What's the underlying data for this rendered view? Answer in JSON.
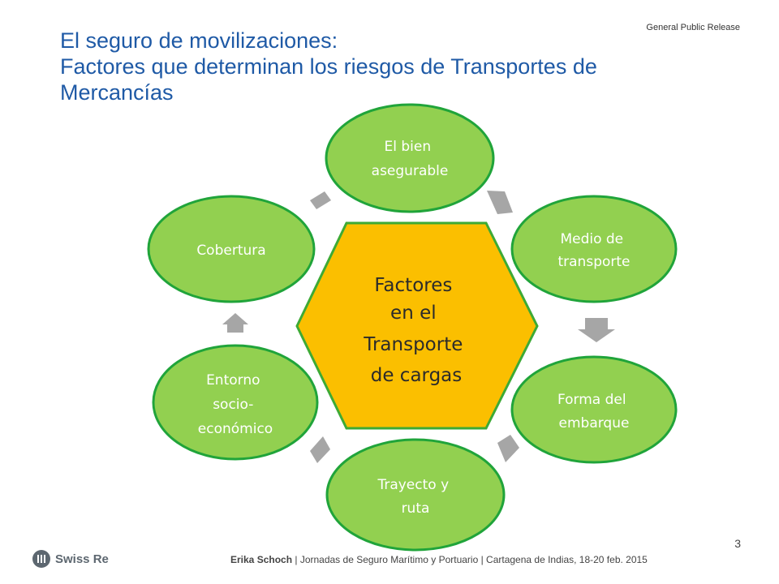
{
  "header": {
    "release_label": "General Public Release",
    "title_lines": [
      "El seguro de movilizaciones:",
      "Factores que determinan los riesgos de Transportes de",
      "Mercancías"
    ]
  },
  "diagram": {
    "center": {
      "lines": [
        "Factores",
        "en el",
        "Transporte",
        "de cargas"
      ],
      "fill": "#fbbf00",
      "stroke": "#3daa35"
    },
    "node_fill": "#92d050",
    "node_stroke": "#20a43a",
    "arrow_color": "#a6a6a6",
    "nodes": [
      {
        "lines": [
          "El bien",
          "asegurable"
        ]
      },
      {
        "lines": [
          "Medio de",
          "transporte"
        ]
      },
      {
        "lines": [
          "Forma del",
          "embarque"
        ]
      },
      {
        "lines": [
          "Trayecto y",
          "ruta"
        ]
      },
      {
        "lines": [
          "Entorno",
          "socio-",
          "económico"
        ]
      },
      {
        "lines": [
          "Cobertura"
        ]
      }
    ]
  },
  "footer": {
    "page_number": "3",
    "logo_text": "Swiss Re",
    "author": "Erika Schoch",
    "rest": " | Jornadas de Seguro Marítimo y Portuario | Cartagena de Indias, 18-20 feb. 2015"
  }
}
